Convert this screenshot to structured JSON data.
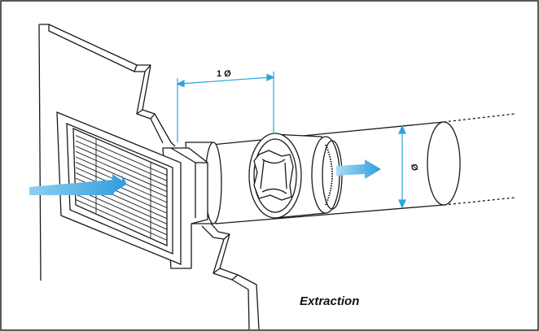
{
  "diagram": {
    "caption": "Extraction",
    "spacing_label": "1 Ø",
    "diameter_label": "Ø",
    "colors": {
      "stroke": "#1a1a1a",
      "dimension": "#2aa5dc",
      "airflow_arrow": "#3aa6e0",
      "frame_border": "#222222"
    }
  }
}
